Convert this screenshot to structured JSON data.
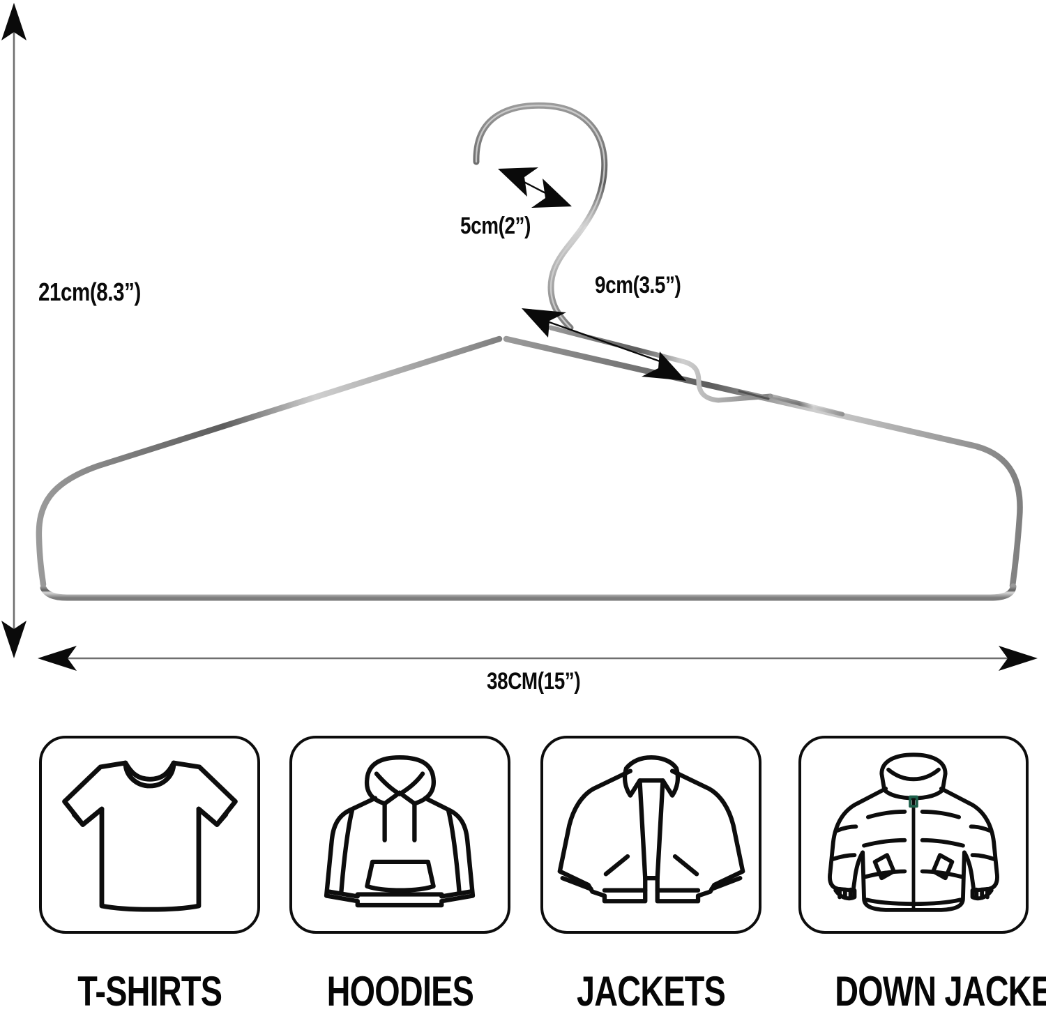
{
  "product": {
    "type": "clothes-hanger-dimension-infographic",
    "background_color": "#ffffff",
    "wire_color": "#6b6b6b",
    "text_color": "#0a0a0a"
  },
  "dimensions": {
    "height": "21cm(8.3”)",
    "hook_opening": "5cm(2”)",
    "shoulder_drop": "9cm(3.5”)",
    "width": "38CM(15”)"
  },
  "categories": [
    {
      "label": "T-SHIRTS",
      "icon": "tshirt-icon"
    },
    {
      "label": "HOODIES",
      "icon": "hoodie-icon"
    },
    {
      "label": "JACKETS",
      "icon": "jacket-icon"
    },
    {
      "label": "DOWN JACKETS",
      "icon": "down-jacket-icon"
    }
  ]
}
